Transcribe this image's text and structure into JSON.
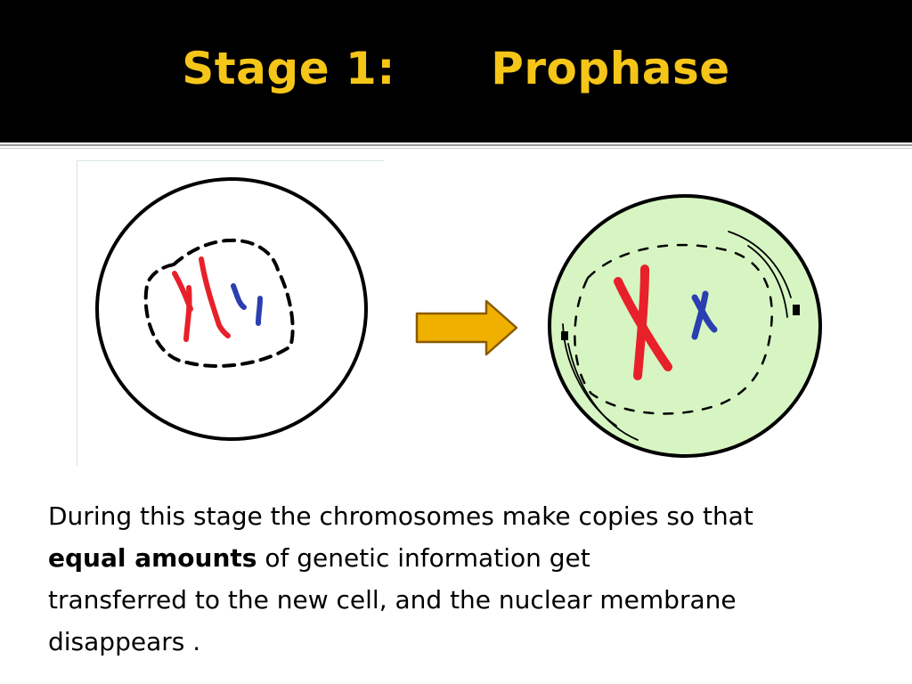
{
  "slide": {
    "title": "Stage 1:      Prophase"
  },
  "diagram": {
    "colors": {
      "title_text": "#f5c518",
      "title_background": "#000000",
      "cell_outline": "#000000",
      "cell_before_fill": "#ffffff",
      "cell_after_fill": "#d6f5c2",
      "chromosome_red": "#e8202a",
      "chromosome_blue": "#2b3fb0",
      "arrow_fill": "#f0b000",
      "arrow_outline": "#8a5a00"
    },
    "icons": {
      "arrow": "right-arrow-icon"
    }
  },
  "description": {
    "line1": "During this stage the chromosomes make copies so that",
    "bold": "equal amounts",
    "line2_rest": " of genetic  information get",
    "line3": "transferred to the new cell, and the nuclear membrane",
    "line4": "disappears ."
  }
}
